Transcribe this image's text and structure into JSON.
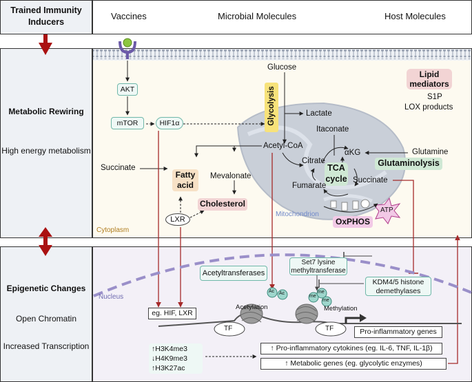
{
  "header": {
    "inducers_title": "Trained Immunity Inducers",
    "col_vaccines": "Vaccines",
    "col_microbial": "Microbial Molecules",
    "col_host": "Host Molecules"
  },
  "sections": {
    "metabolic_title": "Metabolic Rewiring",
    "high_energy": "High energy metabolism",
    "epigenetic_title": "Epigenetic Changes",
    "open_chromatin": "Open Chromatin",
    "increased_transcription": "Increased Transcription"
  },
  "metabolism": {
    "akt": "AKT",
    "mtor": "mTOR",
    "hif1a": "HIF1α",
    "glucose": "Glucose",
    "glycolysis": "Glycolysis",
    "lactate": "Lactate",
    "lipid_mediators": "Lipid mediators",
    "s1p": "S1P",
    "lox_products": "LOX products",
    "itaconate": "Itaconate",
    "acetyl_coa": "Acetyl-CoA",
    "citrate": "Citrate",
    "akg": "αKG",
    "glutamine": "Glutamine",
    "glutaminolysis": "Glutaminolysis",
    "tca_cycle": "TCA cycle",
    "fumarate": "Fumarate",
    "succinate_tca": "Succinate",
    "succinate_left": "Succinate",
    "fatty_acid": "Fatty acid",
    "mevalonate": "Mevalonate",
    "cholesterol": "Cholesterol",
    "lxr": "LXR",
    "cytoplasm": "Cytoplasm",
    "mitochondrion": "Mitochondrion",
    "oxphos": "OxPHOS",
    "atp": "ATP"
  },
  "epigenetic": {
    "acetyltransferases": "Acetyltransferases",
    "set7": "Set7 lysine methyltransferase",
    "kdm": "KDM4/5 histone demethylases",
    "acetylation": "Acetylation",
    "methylation": "Methylation",
    "ac": "Ac",
    "me": "me",
    "nucleus": "Nucleus",
    "hif_lxr": "eg. HIF, LXR",
    "tf": "TF",
    "pro_inflammatory_genes": "Pro-inflammatory genes",
    "marks": [
      "↑H3K4me3",
      "↓H4K9me3",
      "↑H3K27ac"
    ],
    "cytokines": "↑ Pro-inflammatory cytokines (eg. IL-6, TNF, IL-1β)",
    "metabolic_genes": "↑ Metabolic genes (eg. glycolytic enzymes)"
  },
  "colors": {
    "arrow_red": "#a52a2a",
    "teal_box": "#6fb7a9",
    "panel_bg": "#eef1f5",
    "cyto_bg": "#fdfaf0",
    "mito": "#c9cfd8"
  }
}
